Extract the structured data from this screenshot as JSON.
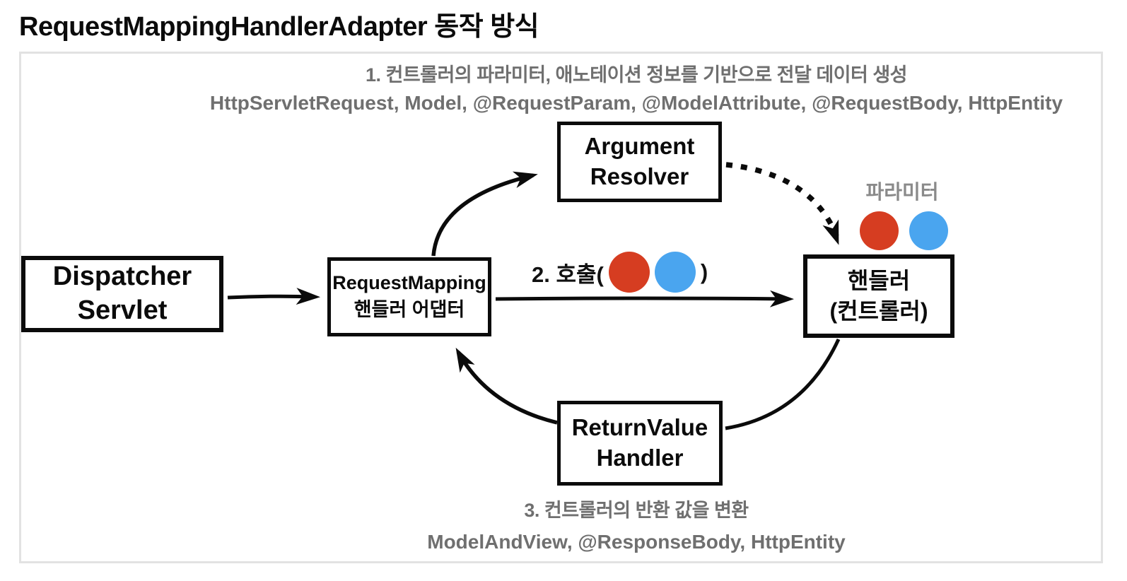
{
  "page": {
    "title": "RequestMappingHandlerAdapter 동작 방식"
  },
  "annotations": {
    "step1": {
      "line1": "1. 컨트롤러의 파라미터, 애노테이션 정보를 기반으로 전달 데이터 생성",
      "line2": "HttpServletRequest, Model, @RequestParam, @ModelAttribute, @RequestBody, HttpEntity"
    },
    "step2": {
      "prefix": "2. 호출(",
      "suffix": ")"
    },
    "step3": {
      "line1": "3. 컨트롤러의 반환 값을 변환",
      "line2": "ModelAndView, @ResponseBody, HttpEntity"
    },
    "param_label": "파라미터"
  },
  "nodes": {
    "dispatcher": {
      "line1": "Dispatcher",
      "line2": "Servlet"
    },
    "adapter": {
      "line1": "RequestMapping",
      "line2": "핸들러 어댑터"
    },
    "argument_resolver": {
      "line1": "Argument",
      "line2": "Resolver"
    },
    "handler": {
      "line1": "핸들러",
      "line2": "(컨트롤러)"
    },
    "return_value_handler": {
      "line1": "ReturnValue",
      "line2": "Handler"
    }
  },
  "colors": {
    "red_circle": "#d63d21",
    "blue_circle": "#4aa5ef",
    "note_text": "#6f6f6f",
    "param_text": "#8a8a8a",
    "frame_border": "#e2e2e2",
    "arrow": "#0b0b0b"
  }
}
